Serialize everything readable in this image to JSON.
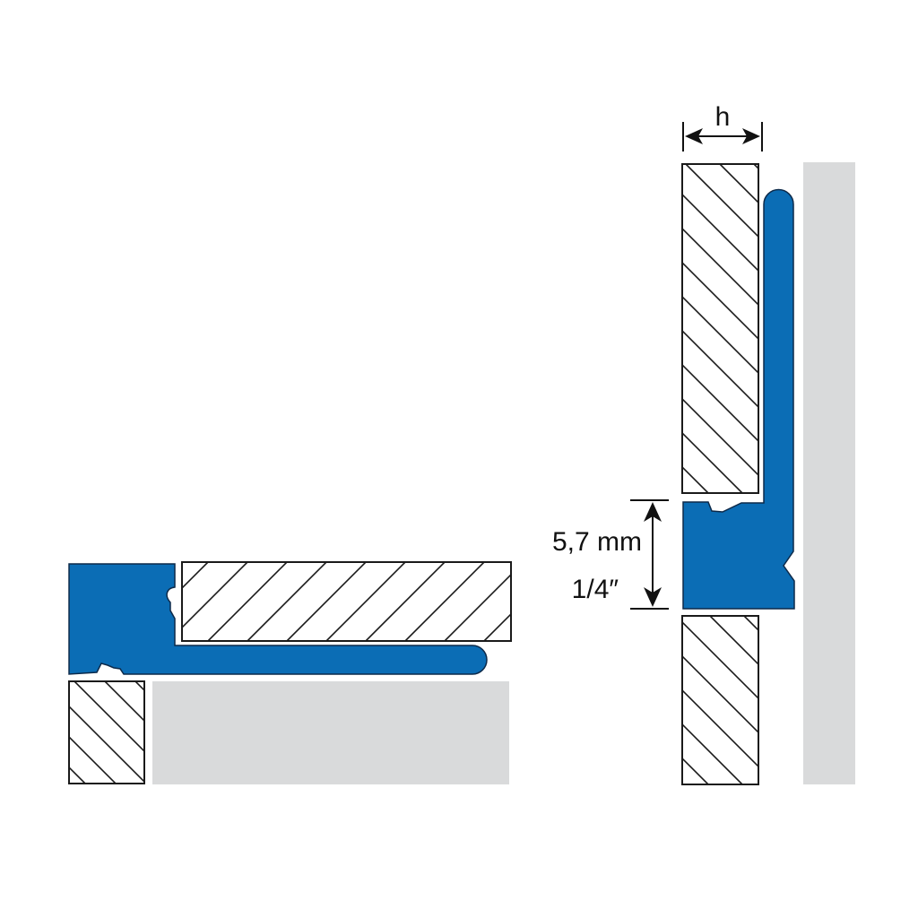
{
  "labels": {
    "thickness": "h",
    "dimension_metric": "5,7 mm",
    "dimension_imperial": "1/4″"
  },
  "colors": {
    "profile": "#0b6db5",
    "substrate": "#d9dadb",
    "tile_outline": "#1a1a1a",
    "background": "#ffffff"
  }
}
